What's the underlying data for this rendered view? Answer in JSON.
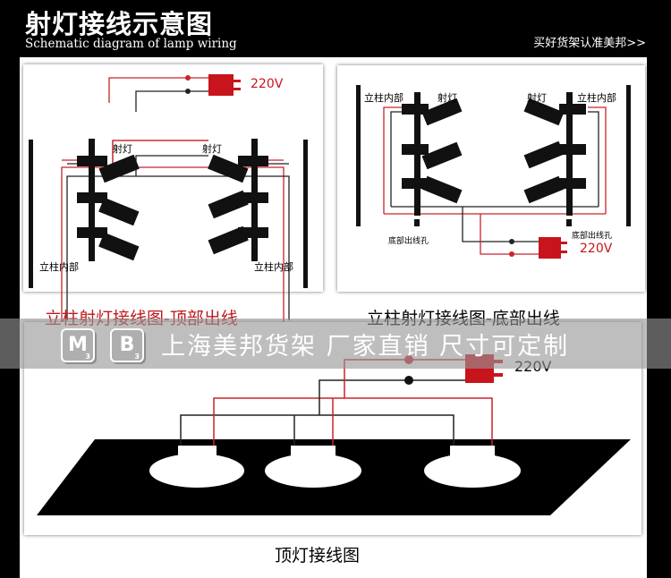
{
  "header": {
    "title": "射灯接线示意图",
    "subtitle": "Schematic diagram of lamp wiring",
    "link": "买好货架认准美邦>>"
  },
  "panel_top_left": {
    "voltage": "220V",
    "label_left_lamp": "射灯",
    "label_right_lamp": "射灯",
    "label_left_column": "立柱内部",
    "label_right_column": "立柱内部",
    "caption": "立柱射灯接线图-顶部出线"
  },
  "panel_top_right": {
    "label_left_column": "立柱内部",
    "label_left_lamp": "射灯",
    "label_right_lamp": "射灯",
    "label_right_column": "立柱内部",
    "label_left_hole": "底部出线孔",
    "label_right_hole": "底部出线孔",
    "voltage": "220V",
    "caption": "立柱射灯接线图-底部出线"
  },
  "banner": {
    "logo_m": "M",
    "logo_m_sub": "3",
    "logo_b": "B",
    "logo_b_sub": "3",
    "text": "上海美邦货架  厂家直销  尺寸可定制"
  },
  "panel_bottom": {
    "voltage": "220V",
    "caption": "顶灯接线图"
  },
  "colors": {
    "wire_red": "#c8242a",
    "wire_black": "#222222",
    "plug": "#c8141c"
  }
}
